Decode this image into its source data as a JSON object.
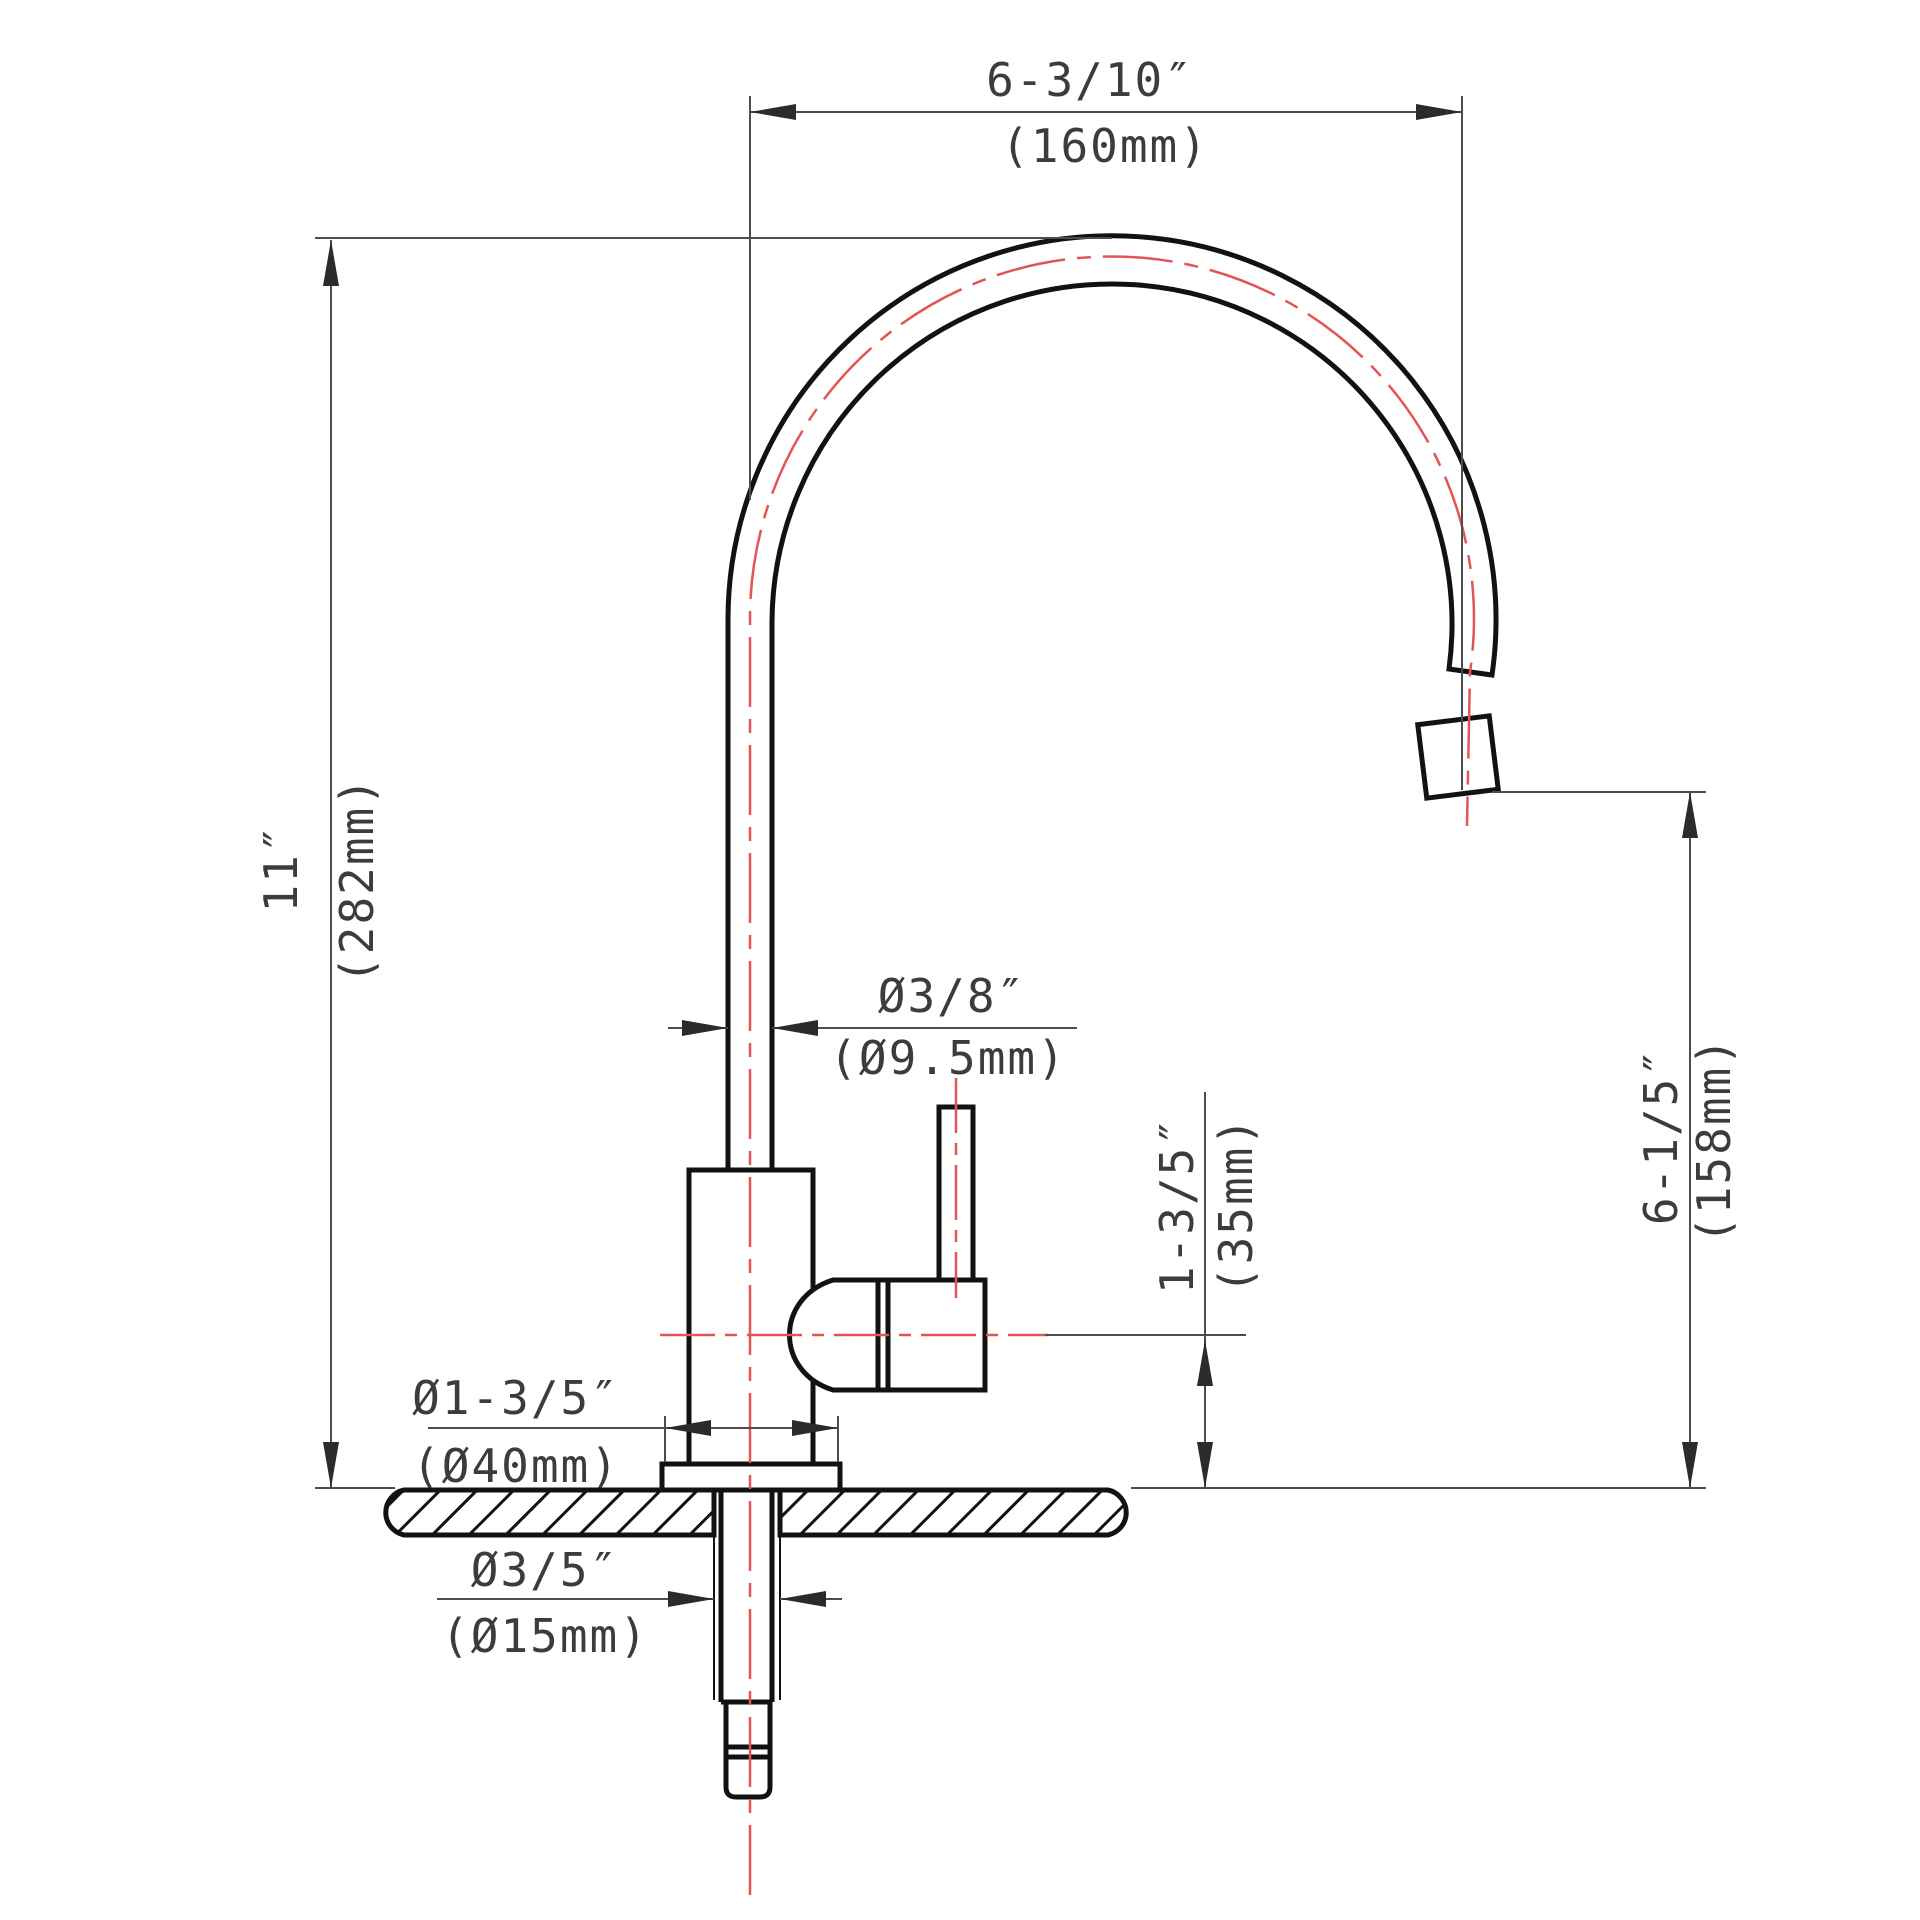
{
  "drawing": {
    "dimensions": {
      "spout_reach": {
        "inches": "6-3/10″",
        "mm": "(160mm)"
      },
      "total_height": {
        "inches": "11″",
        "mm": "(282mm)"
      },
      "spout_tube_diameter": {
        "inches": "Ø3/8″",
        "mm": "(Ø9.5mm)"
      },
      "base_diameter": {
        "inches": "Ø1-3/5″",
        "mm": "(Ø40mm)"
      },
      "handle_center_height": {
        "inches": "1-3/5″",
        "mm": "(35mm)"
      },
      "spout_outlet_height": {
        "inches": "6-1/5″",
        "mm": "(158mm)"
      },
      "shank_diameter": {
        "inches": "Ø3/5″",
        "mm": "(Ø15mm)"
      }
    },
    "colors": {
      "outline": "#121212",
      "centerline_red": "#e25555",
      "dimension_gray": "#4d4d4d",
      "text_gray": "#3c3c3c",
      "background": "#ffffff"
    }
  }
}
